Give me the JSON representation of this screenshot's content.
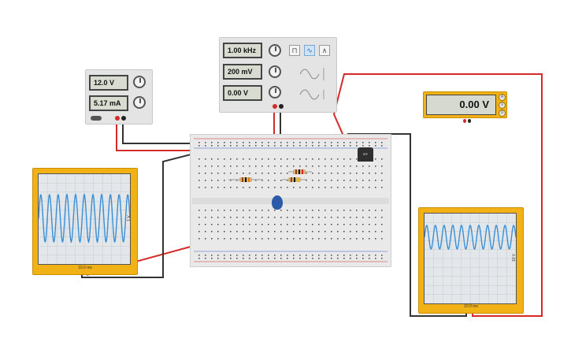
{
  "power_supply": {
    "voltage": "12.0 V",
    "current": "5.17 mA"
  },
  "function_generator": {
    "frequency": "1.00 kHz",
    "amplitude": "200 mV",
    "offset": "0.00 V",
    "waveforms": [
      "square",
      "sine",
      "triangle"
    ],
    "selected_waveform": "sine"
  },
  "multimeter": {
    "reading": "0.00 V",
    "modes": [
      "A",
      "V",
      "Ω"
    ]
  },
  "oscilloscope_1": {
    "time_div": "10.0 ms",
    "volt_div": "1 V"
  },
  "oscilloscope_2": {
    "time_div": "10.0 ms",
    "volt_div": "10 V"
  },
  "mosfet_label": "IRF"
}
